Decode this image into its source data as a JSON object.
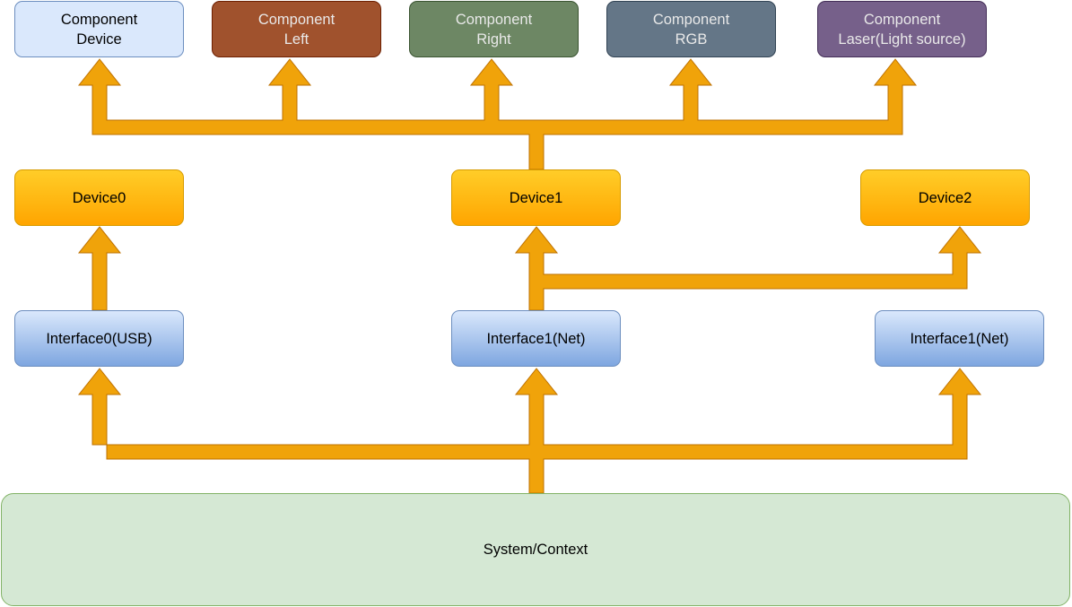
{
  "components": [
    {
      "id": "device",
      "label": "Component\nDevice"
    },
    {
      "id": "left",
      "label": "Component\nLeft"
    },
    {
      "id": "right",
      "label": "Component\nRight"
    },
    {
      "id": "rgb",
      "label": "Component\nRGB"
    },
    {
      "id": "laser",
      "label": "Component\nLaser(Light source)"
    }
  ],
  "devices": [
    "Device0",
    "Device1",
    "Device2"
  ],
  "interfaces": [
    "Interface0(USB)",
    "Interface1(Net)",
    "Interface1(Net)"
  ],
  "system": "System/Context",
  "colors": {
    "arrow_fill": "#f0a30a",
    "arrow_stroke": "#bd7000"
  }
}
